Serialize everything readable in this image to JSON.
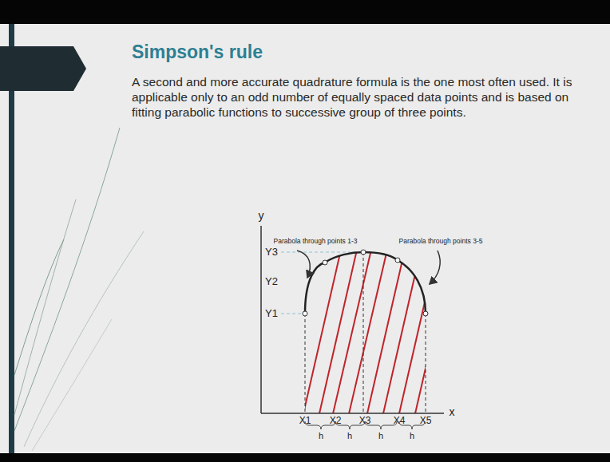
{
  "diagram": {
    "title": "Simpson's rule",
    "labels": [
      "A second and more accurate quadrature formula is the one most often used. It is applicable only to an odd number of equally spaced data points and is based on fitting parabolic functions to successive group of three points.",
      "Parabola through points 1-3",
      "Parabola through points 3-5",
      "y",
      "Y3",
      "Y2",
      "Y1",
      "x",
      "X1",
      "X2",
      "X3",
      "X4",
      "X5",
      "h",
      "h",
      "h",
      "h"
    ]
  }
}
